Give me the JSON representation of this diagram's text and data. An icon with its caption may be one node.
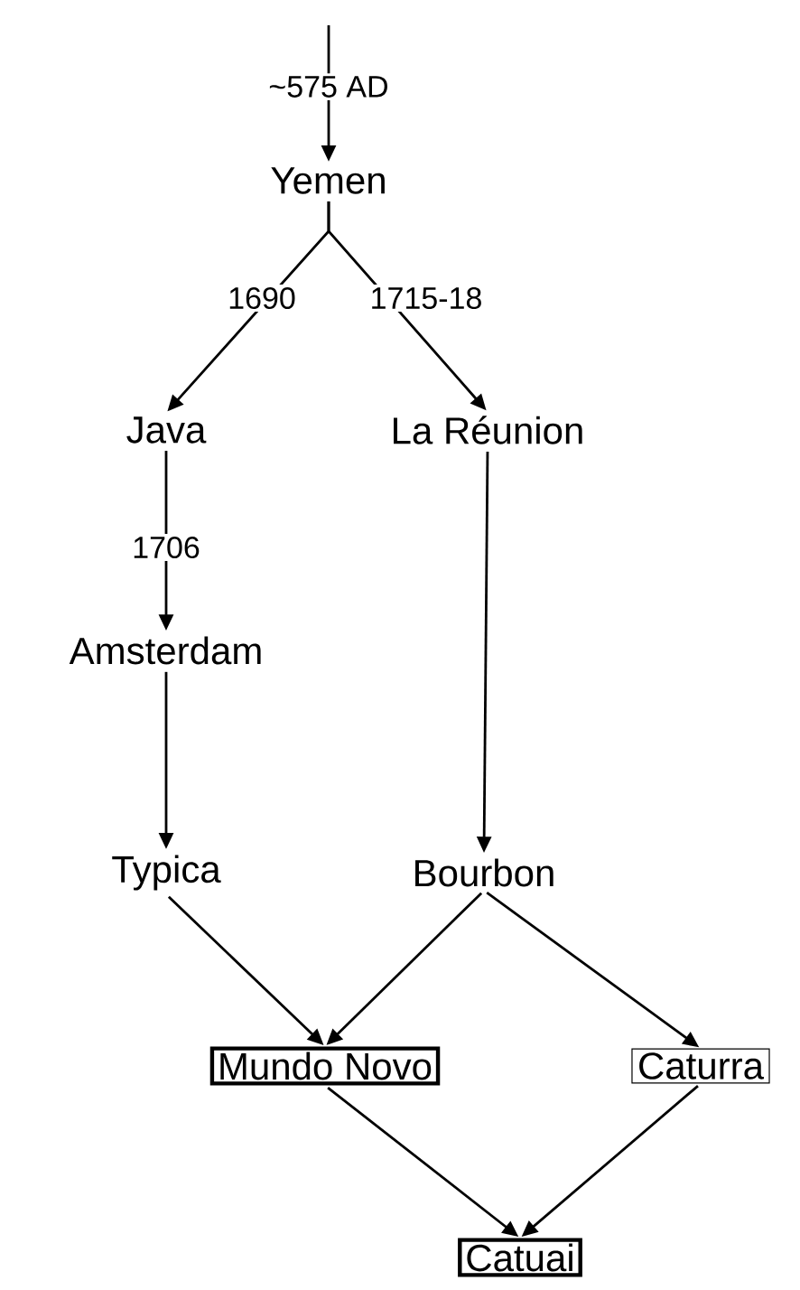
{
  "diagram": {
    "nodes": [
      {
        "text": [
          "Yemen"
        ]
      },
      {
        "text": [
          "Java"
        ]
      },
      {
        "text": [
          "La Réunion"
        ]
      },
      {
        "text": [
          "Amsterdam"
        ]
      },
      {
        "text": [
          "Typica"
        ]
      },
      {
        "text": [
          "Bourbon"
        ]
      },
      {
        "text": [
          "Mundo Novo"
        ]
      },
      {
        "text": [
          "Caturra"
        ]
      },
      {
        "text": [
          "Catuai"
        ]
      }
    ],
    "edges": [
      {
        "from": null,
        "to": 0,
        "arrow": "to",
        "label": "~575 AD"
      },
      {
        "from": 0,
        "to": 1,
        "arrow": "to",
        "label": "1690"
      },
      {
        "from": 0,
        "to": 2,
        "arrow": "to",
        "label": "1715-18"
      },
      {
        "from": 1,
        "to": 3,
        "arrow": "to",
        "label": "1706"
      },
      {
        "from": 3,
        "to": 4,
        "arrow": "to"
      },
      {
        "from": 2,
        "to": 5,
        "arrow": "to"
      },
      {
        "from": 4,
        "to": 6,
        "arrow": "to"
      },
      {
        "from": 5,
        "to": 6,
        "arrow": "to"
      },
      {
        "from": 5,
        "to": 7,
        "arrow": "to"
      },
      {
        "from": 6,
        "to": 8,
        "arrow": "to"
      },
      {
        "from": 7,
        "to": 8,
        "arrow": "to"
      }
    ]
  }
}
